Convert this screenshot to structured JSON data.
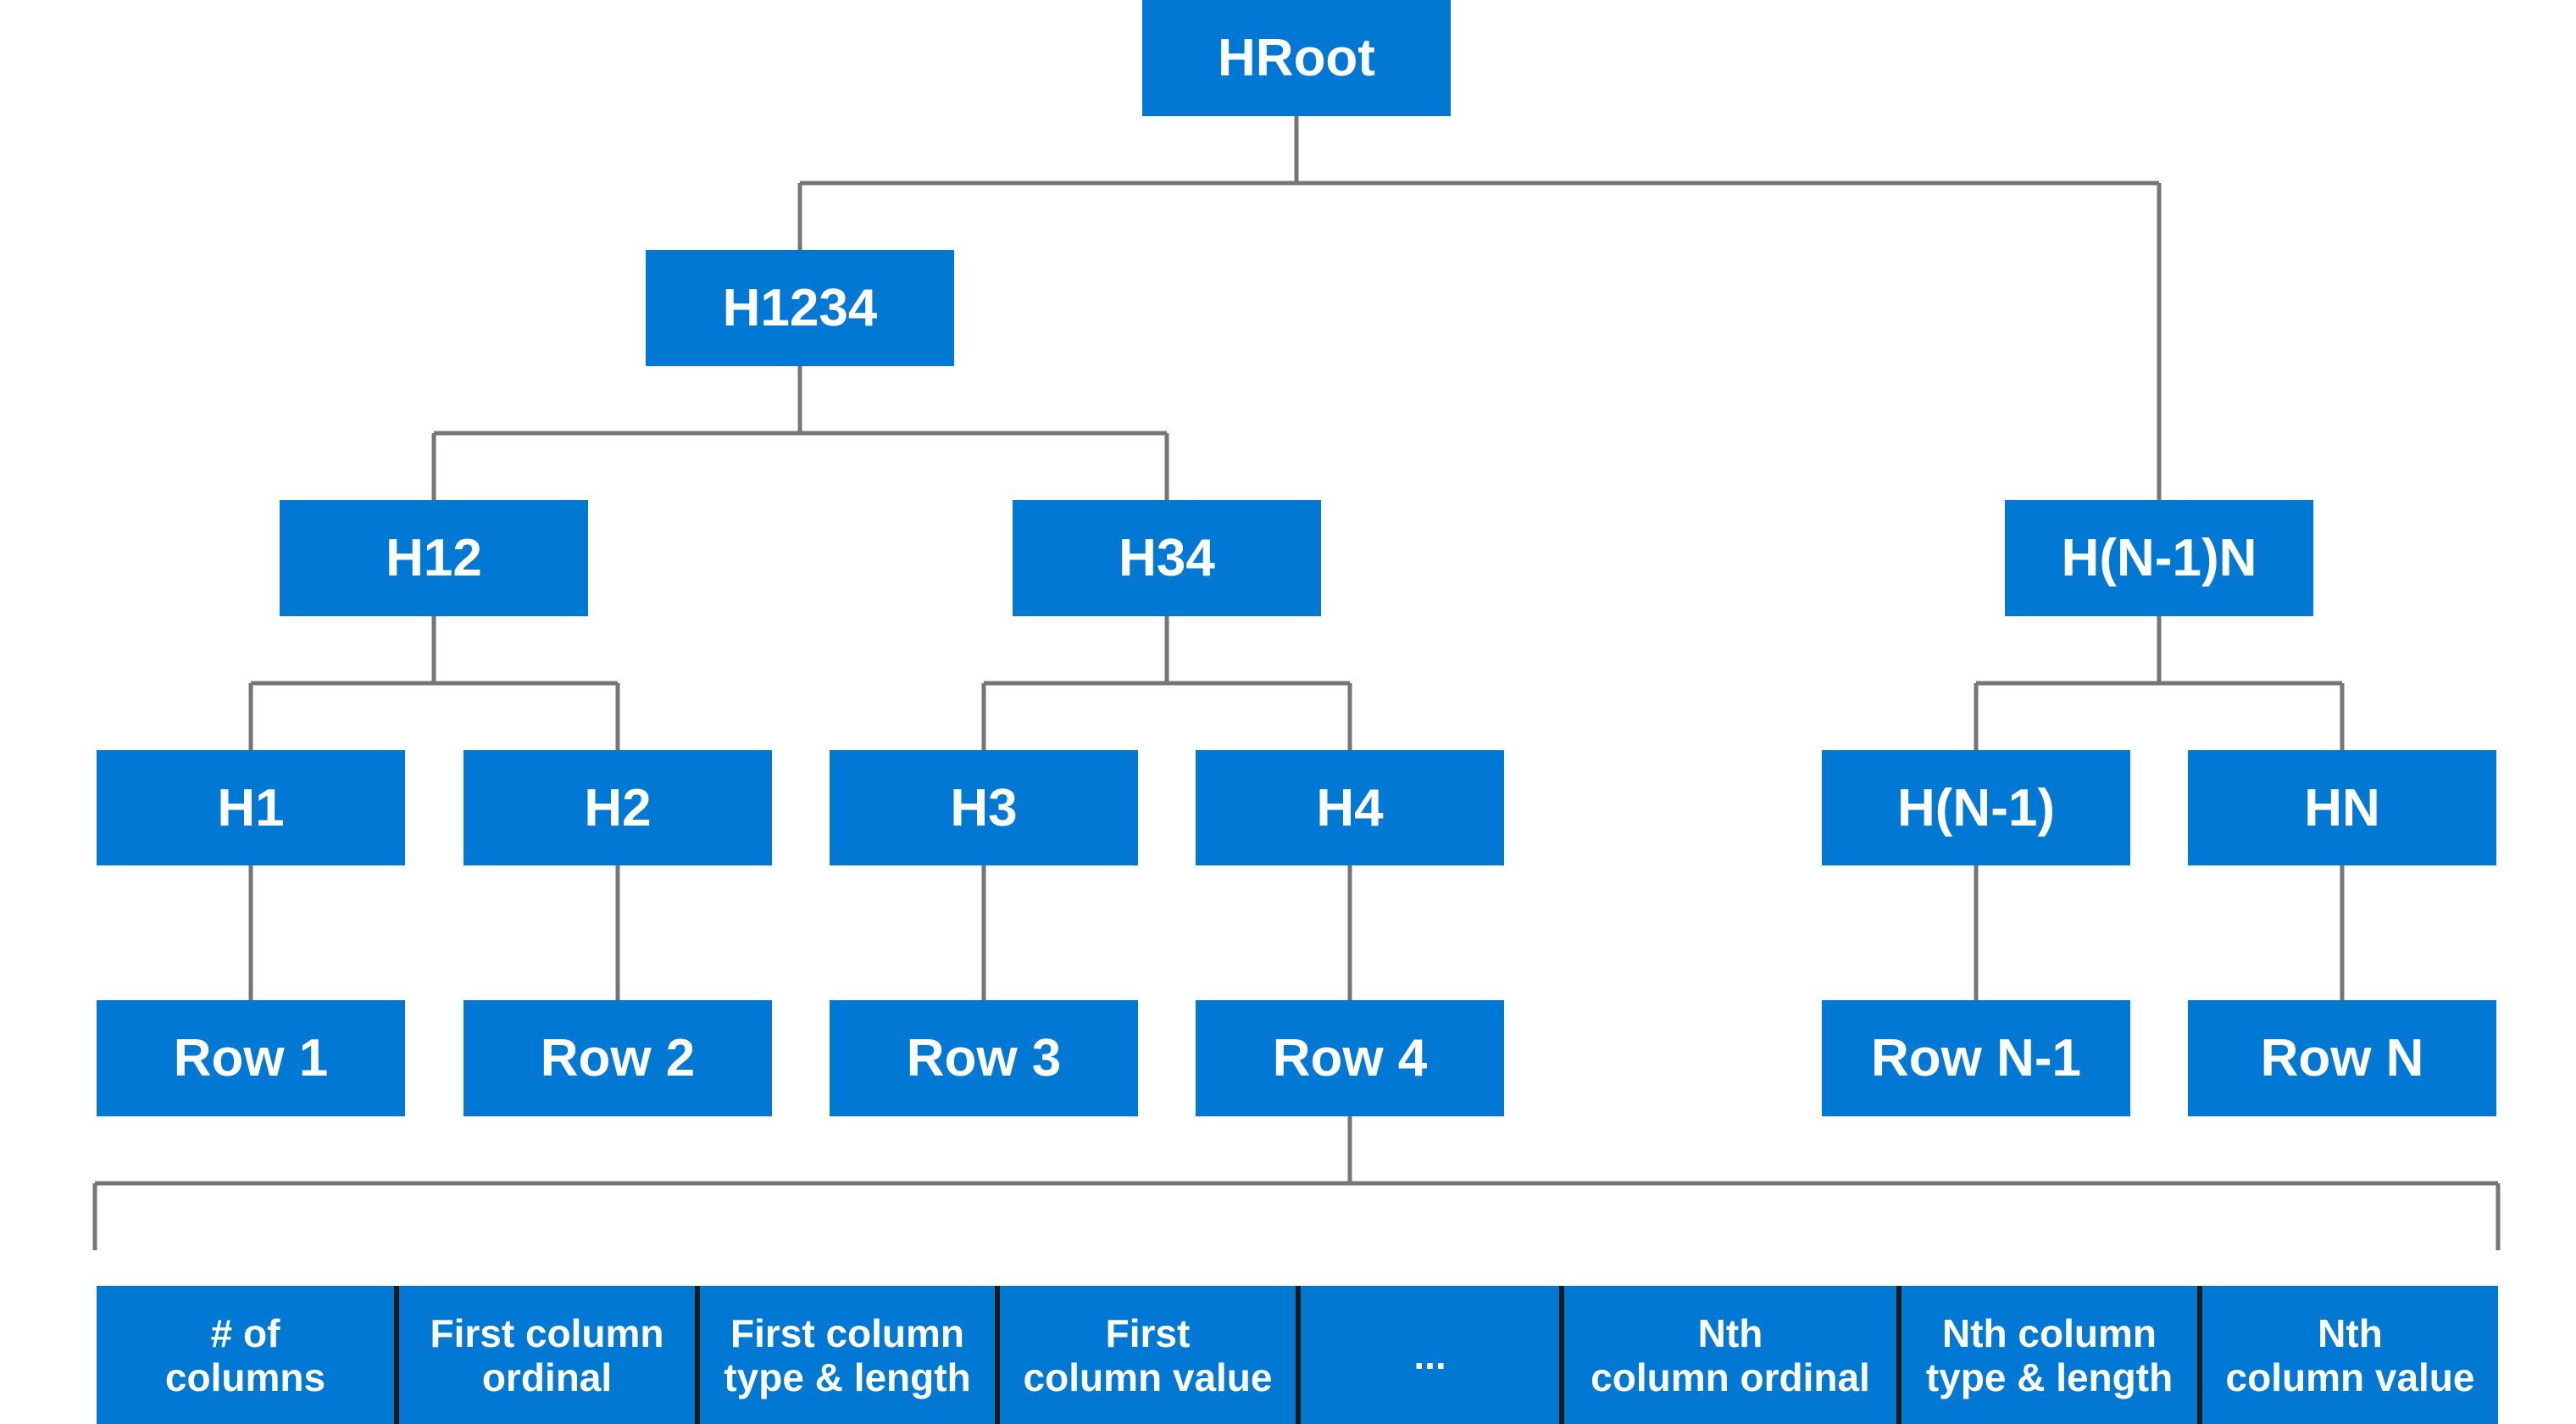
{
  "tree": {
    "root": "HRoot",
    "level1": {
      "left": "H1234"
    },
    "level2": {
      "h12": "H12",
      "h34": "H34",
      "hn1n": "H(N-1)N"
    },
    "level3": {
      "h1": "H1",
      "h2": "H2",
      "h3": "H3",
      "h4": "H4",
      "hn1": "H(N-1)",
      "hn": "HN"
    },
    "rows": {
      "r1": "Row 1",
      "r2": "Row 2",
      "r3": "Row 3",
      "r4": "Row 4",
      "rn1": "Row N-1",
      "rn": "Row N"
    }
  },
  "record_fields": [
    "# of\ncolumns",
    "First column\nordinal",
    "First column\ntype & length",
    "First\ncolumn value",
    "...",
    "Nth\ncolumn ordinal",
    "Nth column\ntype & length",
    "Nth\ncolumn value"
  ],
  "colors": {
    "node": "#0078d4",
    "line": "#757575",
    "separator": "#1a1a1a"
  }
}
